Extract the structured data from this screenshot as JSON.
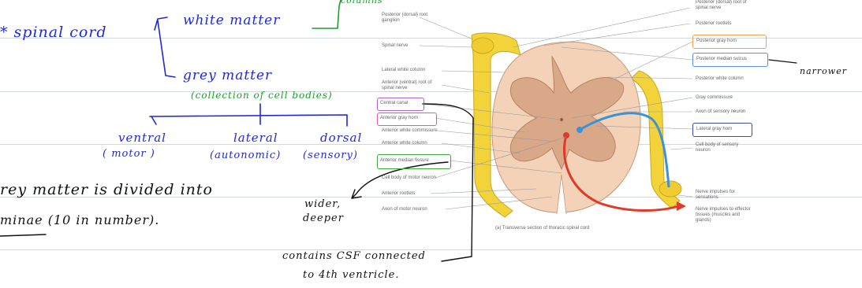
{
  "notes": {
    "spinal_cord": "* spinal cord",
    "white_matter": "white matter",
    "grey_matter": "grey matter",
    "grey_note": "(collection of cell bodies)",
    "columns_fragment": "columns",
    "horns": [
      {
        "name": "ventral",
        "detail": "( motor )"
      },
      {
        "name": "lateral",
        "detail": "(autonomic)"
      },
      {
        "name": "dorsal",
        "detail": "(sensory)"
      }
    ],
    "division_line1": "rey matter is divided into",
    "division_line2": "minae (10 in number).",
    "wider": "wider,",
    "deeper": "deeper",
    "narrower": "narrower",
    "csf_line1": "contains CSF connected",
    "csf_line2": "to 4th ventricle."
  },
  "figure": {
    "caption": "(a) Transverse section of thoracic spinal cord",
    "left_labels": [
      "Posterior (dorsal) root ganglion",
      "Spinal nerve",
      "Lateral white column",
      "Anterior (ventral) root of spinal nerve",
      "Central canal",
      "Anterior gray horn",
      "Anterior white commissure",
      "Anterior white column",
      "Anterior median fissure",
      "Cell body of motor neuron",
      "Anterior rootlets",
      "Axon of motor neuron"
    ],
    "right_labels": [
      "Posterior (dorsal) root of spinal nerve",
      "Posterior rootlets",
      "Posterior gray horn",
      "Posterior median sulcus",
      "Posterior white column",
      "Gray commissure",
      "Axon of sensory neuron",
      "Lateral gray horn",
      "Cell body of sensory neuron",
      "Nerve impulses for sensations",
      "Nerve impulses to effector tissues (muscles and glands)"
    ]
  },
  "colors": {
    "ink_blue": "#1f2ad6",
    "ink_green": "#17a12a",
    "nerve_yellow": "#f2d43a",
    "white_matter": "#f3d2b8",
    "gray_matter": "#d9a888",
    "sensory_blue": "#3b93d6",
    "motor_red": "#e23a2a",
    "box_orange": "#f0a050",
    "box_blue": "#5a8ee0",
    "box_purple": "#b05fc8",
    "box_pink": "#e05aa8",
    "box_green": "#3fa83f",
    "box_navy": "#3a4ea8"
  }
}
